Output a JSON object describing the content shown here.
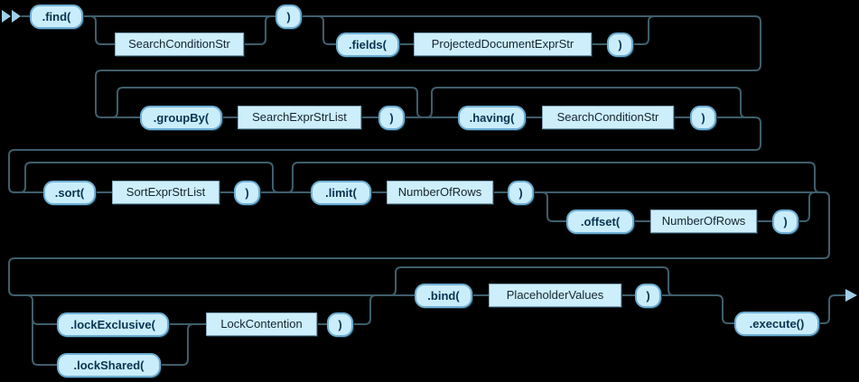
{
  "terminals": {
    "find": ".find(",
    "close_paren": ")",
    "fields": ".fields(",
    "group_by": ".groupBy(",
    "having": ".having(",
    "sort": ".sort(",
    "limit": ".limit(",
    "offset": ".offset(",
    "lock_exclusive": ".lockExclusive(",
    "lock_shared": ".lockShared(",
    "bind": ".bind(",
    "execute": ".execute()"
  },
  "nonterminals": {
    "search_condition_str": "SearchConditionStr",
    "projected_document_expr_str": "ProjectedDocumentExprStr",
    "search_expr_str_list": "SearchExprStrList",
    "sort_expr_str_list": "SortExprStrList",
    "number_of_rows": "NumberOfRows",
    "lock_contention": "LockContention",
    "placeholder_values": "PlaceholderValues"
  },
  "colors": {
    "background": "#000000",
    "connector_line": "#3f5e6b",
    "terminal_fill": "#c9edfb",
    "terminal_border": "#6fafd4",
    "terminal_text": "#093450",
    "nonterminal_fill": "#cdeefb",
    "nonterminal_border": "#7fa3b5",
    "arrow": "#9fcfe8"
  }
}
